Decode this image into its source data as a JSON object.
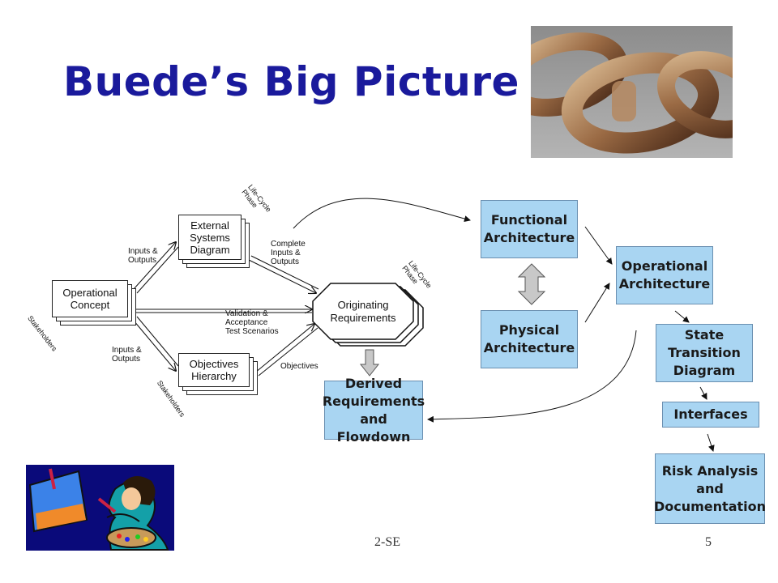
{
  "title": "Buede’s Big Picture",
  "colors": {
    "title": "#1a1a9c",
    "box_fill": "#a9d5f2",
    "box_border": "#6a8fb0",
    "arrow_fill": "#c8c8c8"
  },
  "left_diagram": {
    "operational_concept": "Operational\nConcept",
    "external_systems_diagram": "External\nSystems\nDiagram",
    "objectives_hierarchy": "Objectives\nHierarchy",
    "originating_requirements": "Originating\nRequirements",
    "labels": {
      "inputs_outputs_top": "Inputs &\nOutputs",
      "inputs_outputs_bottom": "Inputs &\nOutputs",
      "complete_inputs_outputs": "Complete\nInputs &\nOutputs",
      "validation": "Validation &\nAcceptance\nTest Scenarios",
      "objectives": "Objectives",
      "stakeholders_left": "Stakeholders",
      "stakeholders_bottom": "Stakeholders",
      "life_cycle_phase_top": "Life-Cycle\nPhase",
      "life_cycle_phase_right": "Life-Cycle\nPhase"
    }
  },
  "boxes": {
    "functional_architecture": "Functional\nArchitecture",
    "physical_architecture": "Physical\nArchitecture",
    "operational_architecture": "Operational\nArchitecture",
    "state_transition_diagram": "State\nTransition\nDiagram",
    "interfaces": "Interfaces",
    "risk_analysis": "Risk Analysis\nand\nDocumentation",
    "derived_requirements": "Derived\nRequirements\nand Flowdown"
  },
  "images": {
    "chain_photo": "chain-link-photo",
    "artist_clipart": "artist-painting-clipart"
  },
  "footer": {
    "center": "2-SE",
    "page_number": "5"
  }
}
